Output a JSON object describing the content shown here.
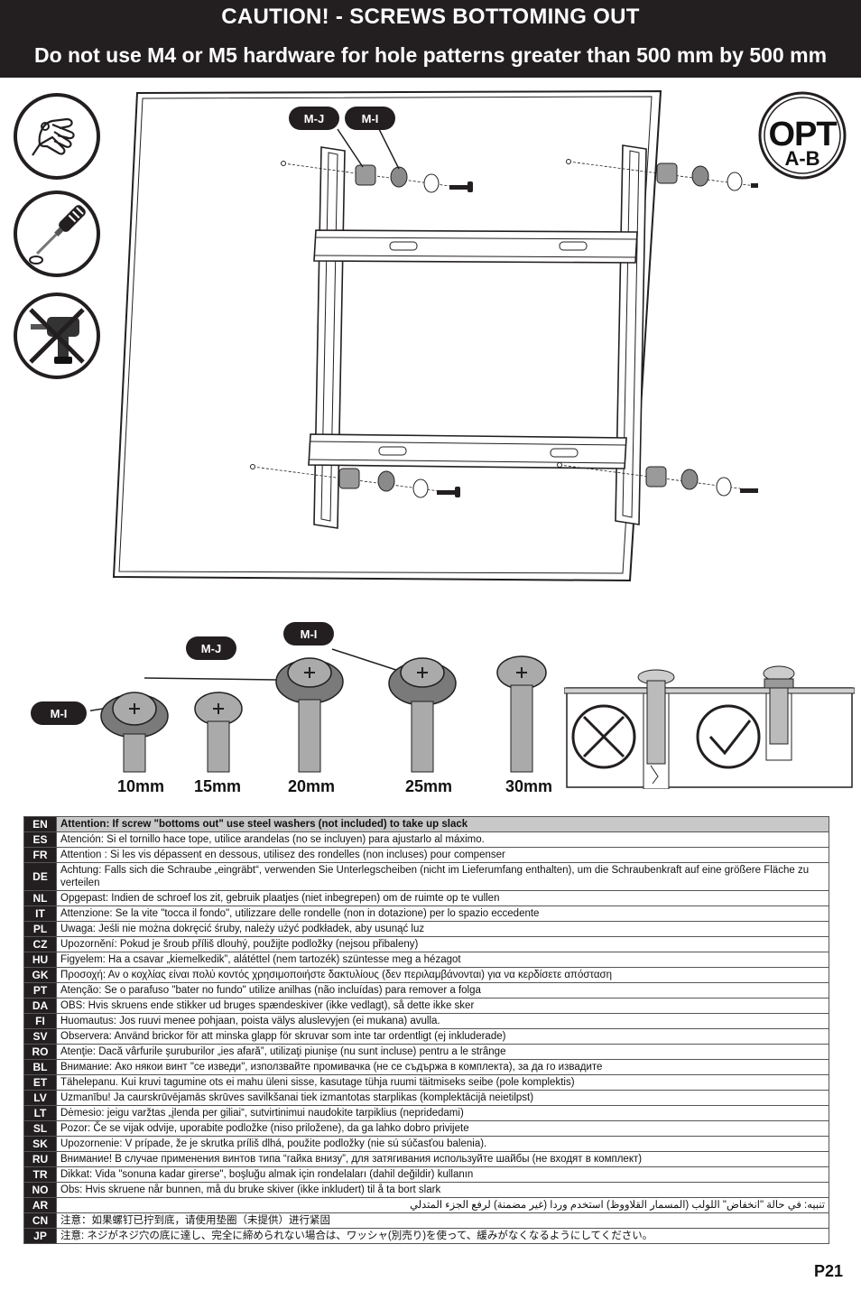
{
  "header": {
    "title": "CAUTION!  - SCREWS BOTTOMING OUT",
    "subtitle": "Do not use M4 or M5 hardware for hole patterns greater than 500 mm by 500 mm"
  },
  "tool_icons": [
    "hand-tighten-icon",
    "screwdriver-icon",
    "no-power-drill-icon"
  ],
  "opt_badge": {
    "main": "OPT",
    "sub": "A-B"
  },
  "part_labels": {
    "mj": "M-J",
    "mi": "M-I"
  },
  "screw_sizes": [
    "10mm",
    "15mm",
    "20mm",
    "25mm",
    "30mm"
  ],
  "languages": [
    {
      "code": "EN",
      "text": "Attention: If screw \"bottoms out\" use steel washers (not included) to take up slack"
    },
    {
      "code": "ES",
      "text": "Atención: Si el tornillo hace tope, utilice arandelas (no se incluyen) para ajustarlo al máximo."
    },
    {
      "code": "FR",
      "text": "Attention : Si les vis dépassent en dessous, utilisez des rondelles (non incluses) pour compenser"
    },
    {
      "code": "DE",
      "text": "Achtung: Falls sich die Schraube „eingräbt“, verwenden Sie Unterlegscheiben (nicht im Lieferumfang enthalten), um die Schraubenkraft auf eine größere Fläche zu verteilen"
    },
    {
      "code": "NL",
      "text": "Opgepast: Indien de schroef los zit, gebruik plaatjes (niet inbegrepen) om de ruimte op te vullen"
    },
    {
      "code": "IT",
      "text": "Attenzione: Se la vite \"tocca il fondo\", utilizzare delle rondelle (non in dotazione) per lo spazio eccedente"
    },
    {
      "code": "PL",
      "text": "Uwaga: Jeśli nie można dokręcić śruby, należy użyć podkładek, aby usunąć luz"
    },
    {
      "code": "CZ",
      "text": "Upozornění: Pokud je šroub příliš dlouhý, použijte podložky (nejsou přibaleny)"
    },
    {
      "code": "HU",
      "text": "Figyelem: Ha a csavar „kiemelkedik”, alátéttel (nem tartozék) szüntesse meg a hézagot"
    },
    {
      "code": "GK",
      "text": "Προσοχή: Αν ο κοχλίας είναι πολύ κοντός χρησιμοποιήστε δακτυλίους (δεν περιλαμβάνονται) για να κερδίσετε απόσταση"
    },
    {
      "code": "PT",
      "text": "Atenção: Se o parafuso \"bater no fundo\" utilize anilhas (não incluídas) para remover a folga"
    },
    {
      "code": "DA",
      "text": "OBS: Hvis skruens ende stikker ud bruges spændeskiver (ikke vedlagt), så dette ikke sker"
    },
    {
      "code": "FI",
      "text": "Huomautus: Jos ruuvi menee pohjaan, poista välys aluslevyjen (ei mukana) avulla."
    },
    {
      "code": "SV",
      "text": "Observera: Använd brickor för att minska glapp för skruvar som inte tar ordentligt (ej inkluderade)"
    },
    {
      "code": "RO",
      "text": "Atenţie: Dacă vârfurile şuruburilor „ies afară”, utilizaţi piunişe (nu sunt incluse) pentru a le strânge"
    },
    {
      "code": "BL",
      "text": "Внимание: Ако някои винт \"се изведи\", използвайте промивачка (не се съдържа в комплекта), за да го извадите"
    },
    {
      "code": "ET",
      "text": "Tähelepanu. Kui kruvi tagumine ots ei mahu üleni sisse, kasutage tühja ruumi täitmiseks seibe (pole komplektis)"
    },
    {
      "code": "LV",
      "text": "Uzmanību! Ja caurskrūvējamās skrūves savilkšanai tiek izmantotas starplikas (komplektācijā neietilpst)"
    },
    {
      "code": "LT",
      "text": "Dėmesio: jeigu varžtas „įlenda per giliai“, sutvirtinimui naudokite tarpiklius (nepridedami)"
    },
    {
      "code": "SL",
      "text": "Pozor: Če se vijak odvije, uporabite podložke (niso priložene), da ga lahko dobro privijete"
    },
    {
      "code": "SK",
      "text": "Upozornenie: V prípade, že je skrutka príliš dlhá, použite podložky (nie sú súčasťou balenia)."
    },
    {
      "code": "RU",
      "text": "Внимание! В случае применения винтов типа “гайка внизу”, для затягивания используйте шайбы (не входят в комплект)"
    },
    {
      "code": "TR",
      "text": "Dikkat: Vida \"sonuna kadar girerse\", boşluğu almak için rondelaları (dahil değildir) kullanın"
    },
    {
      "code": "NO",
      "text": "Obs: Hvis skruene når bunnen, må du bruke skiver (ikke inkludert) til å ta bort slark"
    },
    {
      "code": "AR",
      "text": "تنبيه: في حالة \"انخفاض\" اللولب (المسمار القلاووظ) استخدم وردا (غير مضمنة) لرفع الجزء المتدلي"
    },
    {
      "code": "CN",
      "text": "注意：如果螺钉已拧到底，请使用垫圈（未提供）进行紧固"
    },
    {
      "code": "JP",
      "text": "注意: ネジがネジ穴の底に達し、完全に締められない場合は、ワッシャ(別売り)を使って、緩みがなくなるようにしてください。"
    }
  ],
  "page_number": "P21",
  "colors": {
    "banner": "#231f20",
    "en_row": "#c8c8c8",
    "spacer": "#7a7a7a"
  }
}
